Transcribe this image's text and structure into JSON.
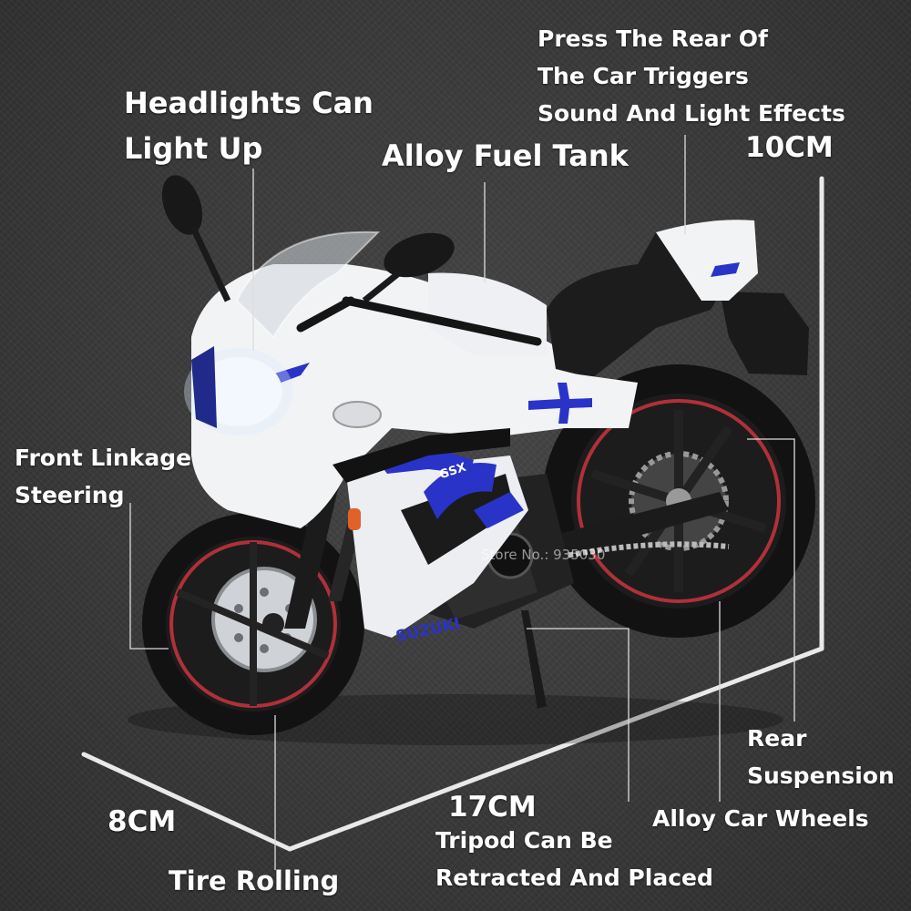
{
  "labels": {
    "headlights": [
      "Headlights Can",
      "Light Up"
    ],
    "fuel_tank": "Alloy Fuel Tank",
    "press_rear": [
      "Press The Rear Of",
      "The Car Triggers",
      "Sound And Light Effects"
    ],
    "height": "10CM",
    "front_linkage": [
      "Front Linkage",
      "Steering"
    ],
    "rear_suspension": [
      "Rear",
      "Suspension"
    ],
    "alloy_wheels": "Alloy Car Wheels",
    "length": "17CM",
    "width": "8CM",
    "tripod": [
      "Tripod Can Be",
      "Retracted And Placed"
    ],
    "tire_rolling": "Tire Rolling"
  },
  "bike_text": {
    "brand": "SUZUKI",
    "model": "GSX"
  },
  "watermark": "Store No.: 935030",
  "colors": {
    "body_white": "#f2f3f5",
    "accent_blue": "#2a33c8",
    "frame_black": "#151515",
    "rim_red": "#b0303a",
    "line_white": "#e8e8e8"
  }
}
